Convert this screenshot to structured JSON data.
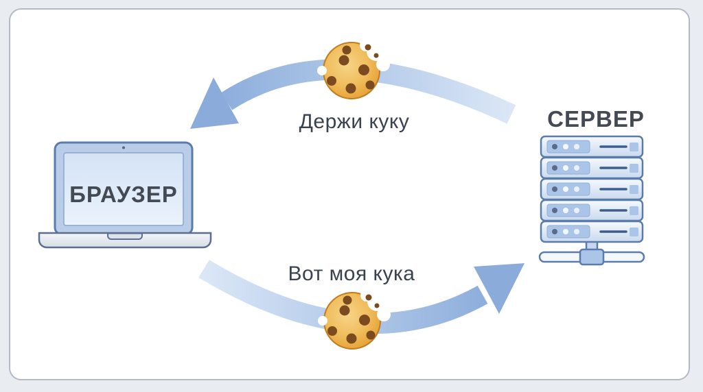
{
  "page": {
    "background": "#e9edf2",
    "card_background": "#ffffff",
    "card_border": "#b3bac5"
  },
  "diagram": {
    "browser_label": "БРАУЗЕР",
    "server_label": "СЕРВЕР",
    "top_arrow": {
      "label": "Держи куку",
      "direction": "server-to-browser",
      "icon": "cookie-icon"
    },
    "bottom_arrow": {
      "label": "Вот моя кука",
      "direction": "browser-to-server",
      "icon": "cookie-icon"
    }
  },
  "colors": {
    "arrow_strong": "#8bacda",
    "arrow_light": "#d9e5f6",
    "outline_blue": "#5a7cab",
    "device_fill_blue": "#b9cde9",
    "panel_blue": "#aac5e8",
    "screen_blue": "#dbe8f8",
    "label_dark": "#434a54",
    "message_dark": "#39424f",
    "cookie_gold": "#eeb14d",
    "cookie_chip": "#7b4a1f"
  }
}
